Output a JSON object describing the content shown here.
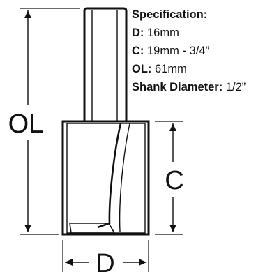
{
  "dimension_labels": {
    "overall_length": "OL",
    "cutting_length": "C",
    "diameter": "D"
  },
  "specification": {
    "heading": "Specification:",
    "rows": [
      {
        "key": "D:",
        "value": " 16mm"
      },
      {
        "key": "C:",
        "value": " 19mm - 3/4”"
      },
      {
        "key": "OL:",
        "value": " 61mm"
      },
      {
        "key": "Shank Diameter:",
        "value": " 1/2”"
      }
    ]
  },
  "colors": {
    "line": "#111111",
    "background": "#ffffff"
  }
}
